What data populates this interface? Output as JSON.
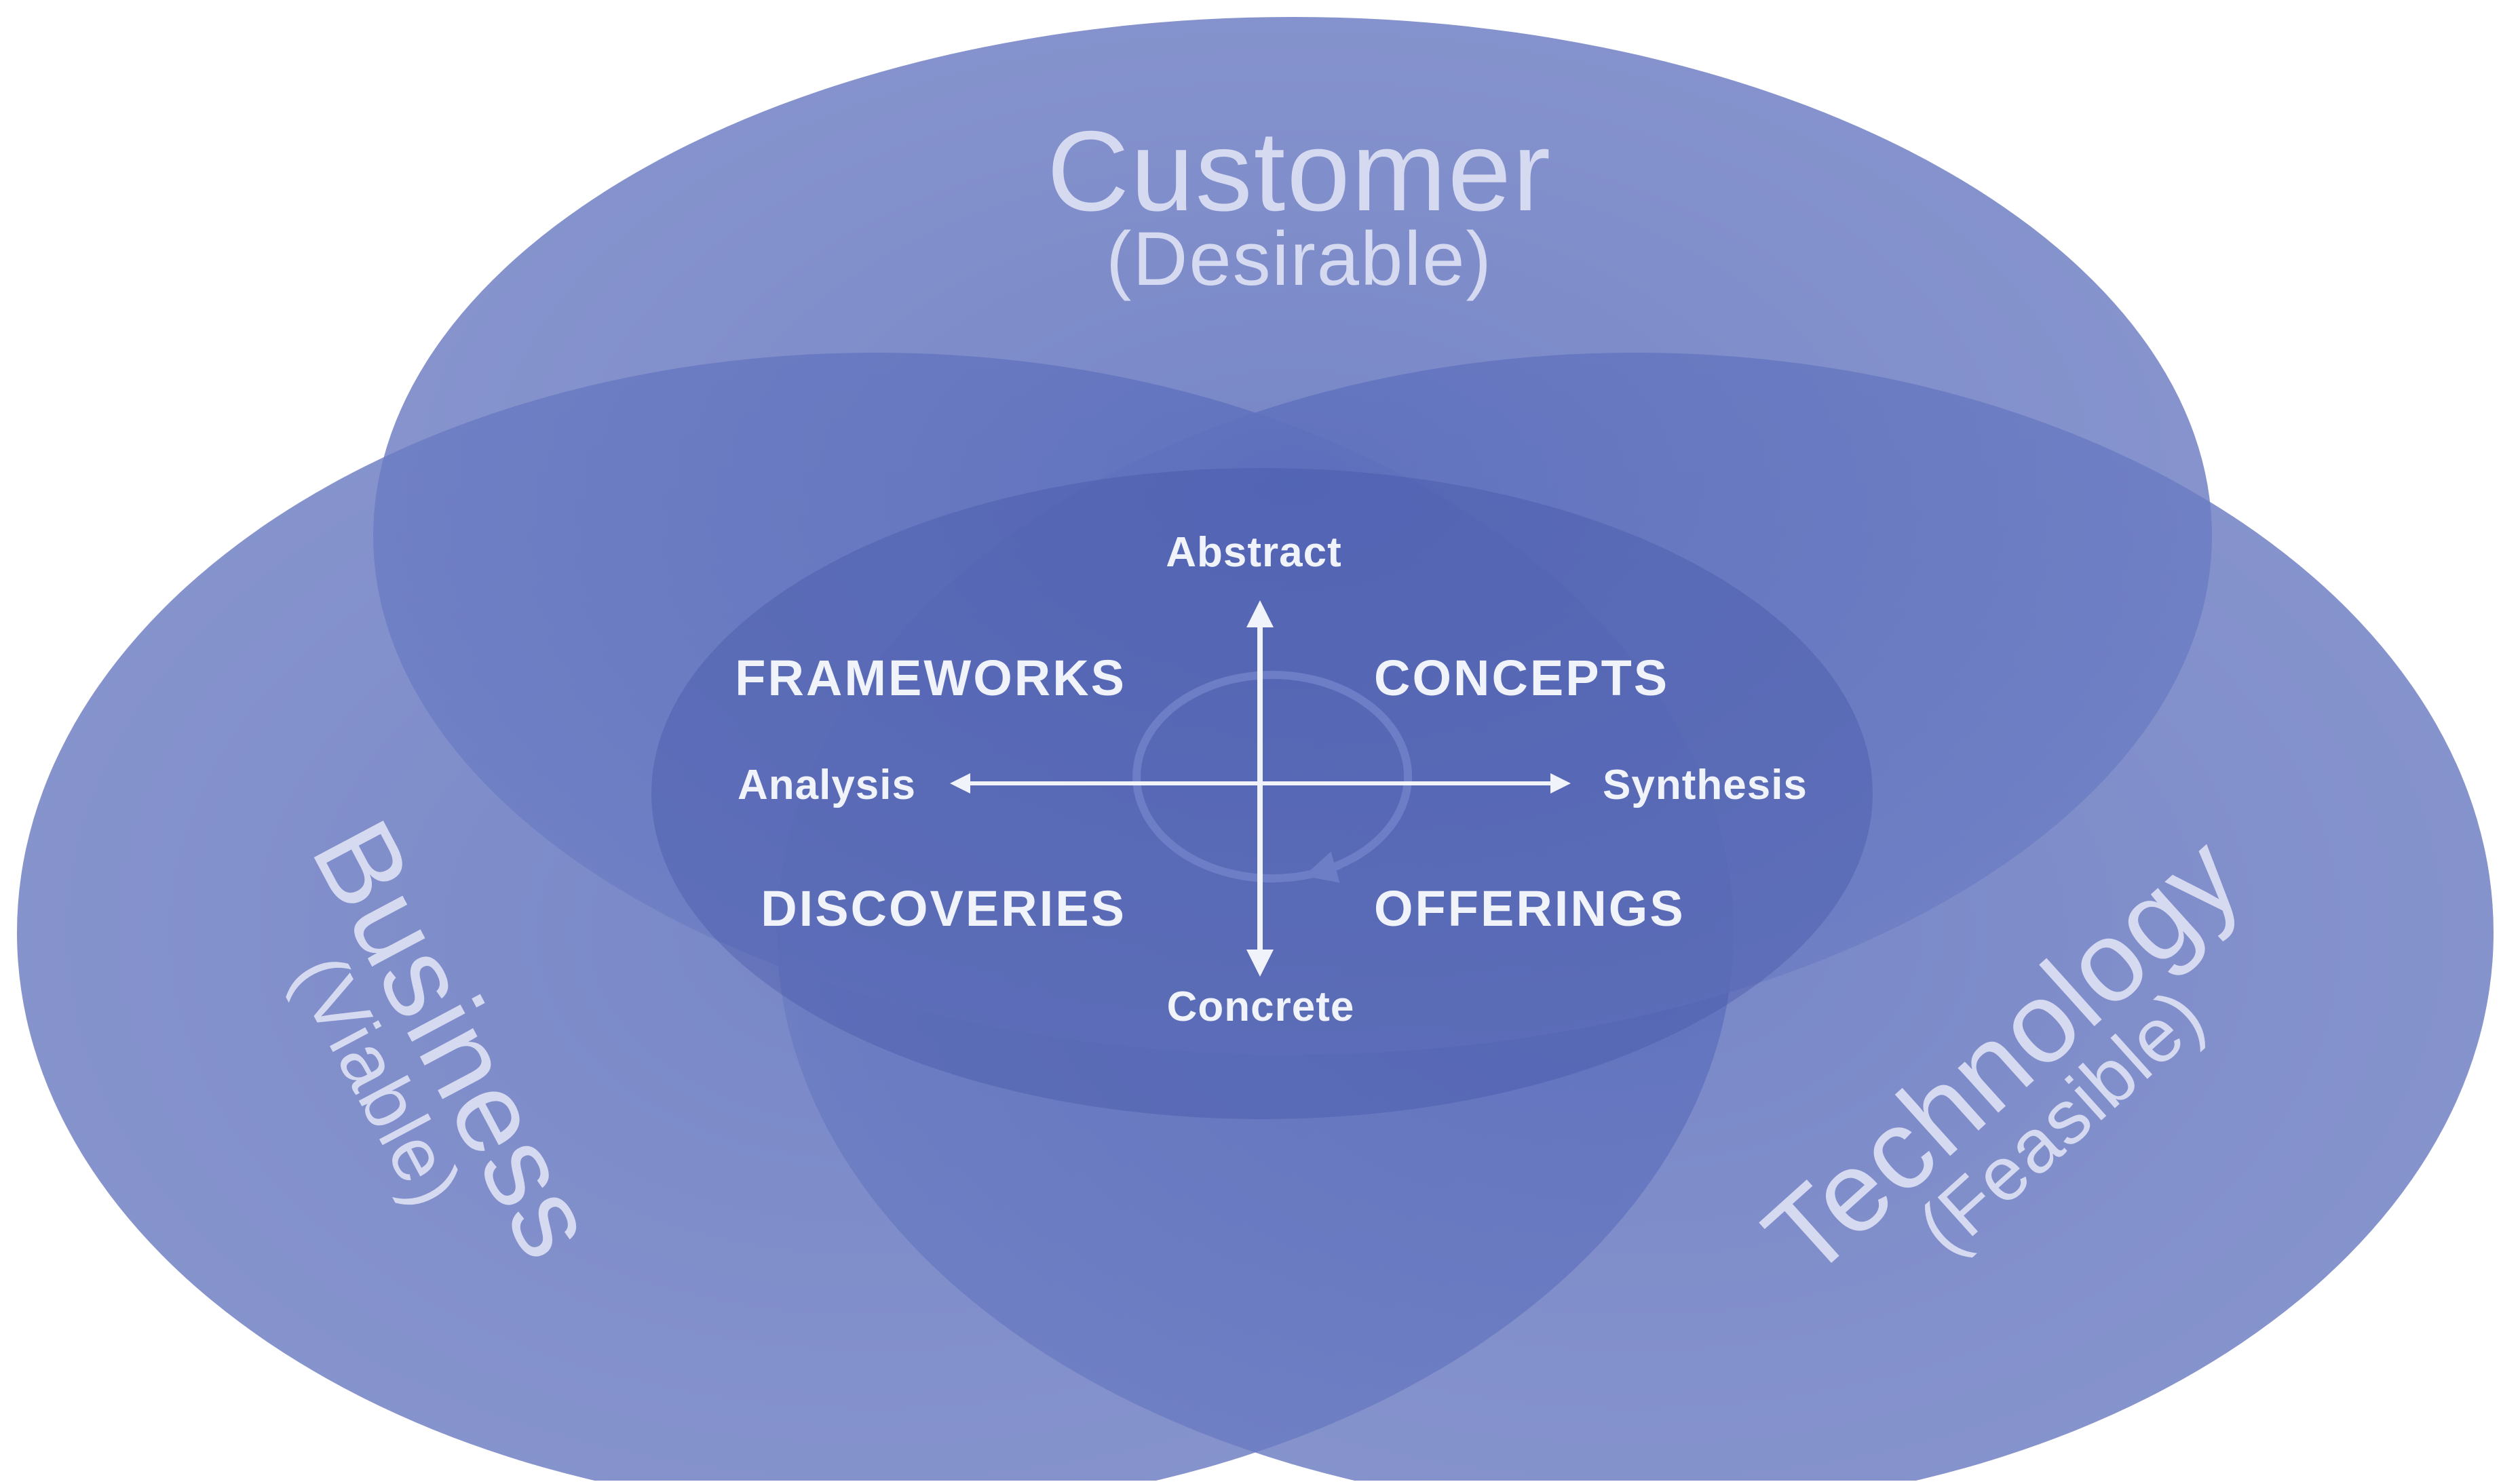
{
  "circles": {
    "customer": {
      "title": "Customer",
      "subtitle": "(Desirable)"
    },
    "business": {
      "title": "Business",
      "subtitle": "(Viable)"
    },
    "technology": {
      "title": "Technology",
      "subtitle": "(Feasible)"
    }
  },
  "quadrants": {
    "top_left": "FRAMEWORKS",
    "top_right": "CONCEPTS",
    "bottom_left": "DISCOVERIES",
    "bottom_right": "OFFERINGS"
  },
  "axes": {
    "top": "Abstract",
    "bottom": "Concrete",
    "left": "Analysis",
    "right": "Synthesis"
  },
  "colors": {
    "circle_fill": "#4a5dae",
    "circle_light": "#7080c4",
    "label_light": "#d6daf0",
    "center_text": "#f1f3fb"
  }
}
